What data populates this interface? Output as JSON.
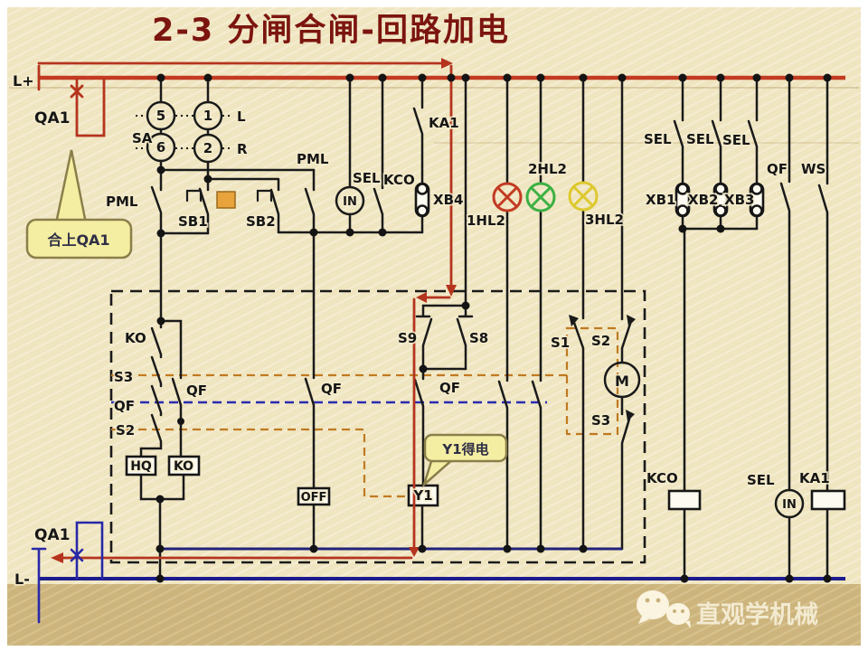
{
  "title": "2-3  分闸合闸-回路加电",
  "colors": {
    "bus_positive": "#c23b22",
    "bus_negative": "#1c1c8e",
    "lamp_red": "#c23b22",
    "lamp_green": "#3cb043",
    "lamp_yellow": "#ddc92f",
    "callout_bg": "#f4eea2",
    "accent_orange": "#e8a33d"
  },
  "terminals": {
    "l_plus": "L+",
    "l_minus": "L-",
    "qa1_top": "QA1",
    "qa1_bottom": "QA1"
  },
  "callouts": {
    "close_qa1": "合上QA1",
    "y1_energized": "Y1得电"
  },
  "selector": {
    "name": "SA",
    "c5": "5",
    "c1": "1",
    "c6": "6",
    "c2": "2",
    "left": "L",
    "right": "R"
  },
  "control": {
    "pml_left": "PML",
    "pml_mid": "PML",
    "sb1": "SB1",
    "sb2": "SB2",
    "sel": "SEL",
    "in": "IN",
    "kco": "KCO",
    "ka1": "KA1",
    "xb4": "XB4"
  },
  "lamps": {
    "hl1": "1HL2",
    "hl2": "2HL2",
    "hl3": "3HL2"
  },
  "right_bank": {
    "sel1": "SEL",
    "sel2": "SEL",
    "sel3": "SEL",
    "xb1": "XB1",
    "xb2": "XB2",
    "xb3": "XB3",
    "qf": "QF",
    "ws": "WS"
  },
  "interlock_box": {
    "ko": "KO",
    "s3": "S3",
    "qf_a": "QF",
    "s2": "S2",
    "qf_b": "QF",
    "hq": "HQ",
    "ko_coil": "KO",
    "qf_c": "QF",
    "off": "OFF",
    "s9": "S9",
    "s8": "S8",
    "qf_d": "QF",
    "y1": "Y1",
    "s1": "S1",
    "s2_m": "S2",
    "m": "M",
    "s3_m": "S3"
  },
  "bottom_bank": {
    "kco": "KCO",
    "sel": "SEL",
    "in": "IN",
    "ka1": "KA1"
  },
  "watermark": "直观学机械"
}
